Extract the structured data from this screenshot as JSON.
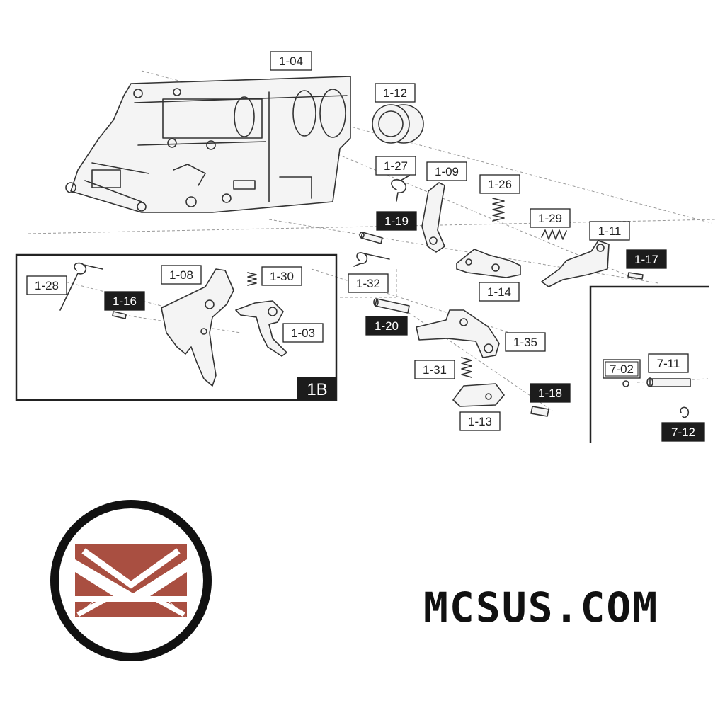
{
  "diagram": {
    "labels": {
      "l_1_04": "1-04",
      "l_1_12": "1-12",
      "l_1_27": "1-27",
      "l_1_09": "1-09",
      "l_1_26": "1-26",
      "l_1_19": "1-19",
      "l_1_29": "1-29",
      "l_1_11": "1-11",
      "l_1_17": "1-17",
      "l_1_32": "1-32",
      "l_1_14": "1-14",
      "l_1_28": "1-28",
      "l_1_08": "1-08",
      "l_1_30": "1-30",
      "l_1_16": "1-16",
      "l_1_03": "1-03",
      "l_1_20": "1-20",
      "l_1_35": "1-35",
      "l_1_31": "1-31",
      "l_1_18": "1-18",
      "l_1_13": "1-13",
      "l_7_02": "7-02",
      "l_7_11": "7-11",
      "l_7_12": "7-12"
    },
    "inset_label": "1B"
  },
  "brand": {
    "text": "MCSUS.COM",
    "logo_colors": {
      "ring": "#111111",
      "envelope": "#a94f41"
    }
  }
}
